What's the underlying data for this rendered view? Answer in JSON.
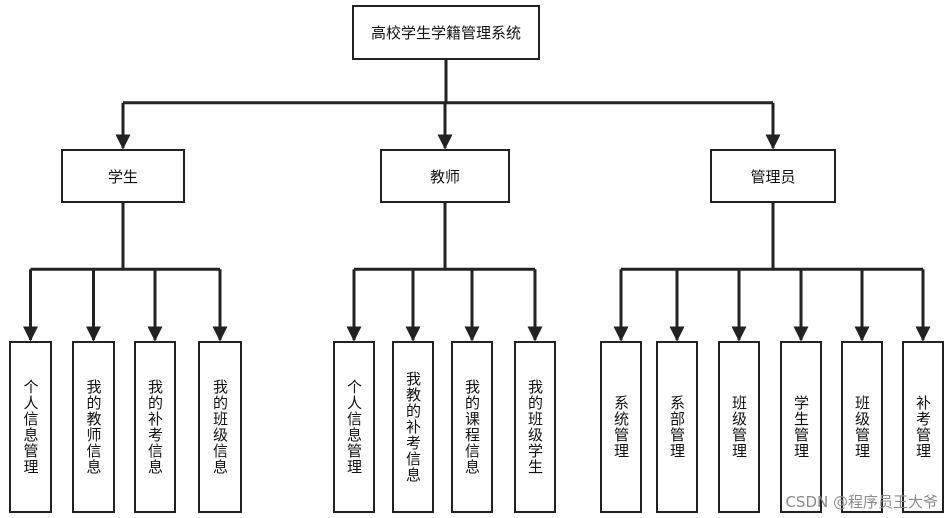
{
  "root": {
    "label": "高校学生学籍管理系统"
  },
  "roles": {
    "student": {
      "label": "学生"
    },
    "teacher": {
      "label": "教师"
    },
    "admin": {
      "label": "管理员"
    }
  },
  "student_items": [
    "个人信息管理",
    "我的教师信息",
    "我的补考信息",
    "我的班级信息"
  ],
  "teacher_items": [
    "个人信息管理",
    "我教的补考信息",
    "我的课程信息",
    "我的班级学生"
  ],
  "admin_items": [
    "系统管理",
    "系部管理",
    "班级管理",
    "学生管理",
    "班级管理",
    "补考管理"
  ],
  "colors": {
    "line": "#222222",
    "border": "#222222",
    "watermark": "#8a8a8a"
  },
  "watermark": "CSDN @程序员王大爷"
}
